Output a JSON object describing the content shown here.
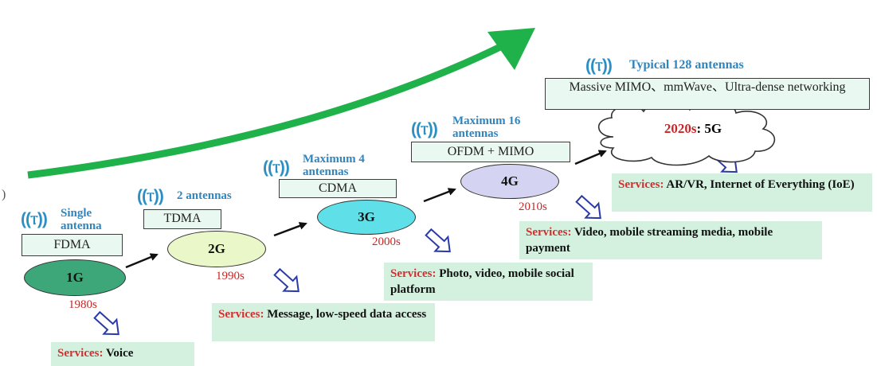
{
  "generations": [
    {
      "id": "1g",
      "label": "1G",
      "decade": "1980s",
      "antennas": "Single antenna",
      "technology": "FDMA",
      "services_key": "Services:",
      "services": "Voice",
      "fill": "#3ea77a"
    },
    {
      "id": "2g",
      "label": "2G",
      "decade": "1990s",
      "antennas": "2 antennas",
      "technology": "TDMA",
      "services_key": "Services:",
      "services": "Message, low-speed data access",
      "fill": "#eaf7c8"
    },
    {
      "id": "3g",
      "label": "3G",
      "decade": "2000s",
      "antennas": "Maximum 4 antennas",
      "technology": "CDMA",
      "services_key": "Services:",
      "services": "Photo, video, mobile social platform",
      "fill": "#5fe0e8"
    },
    {
      "id": "4g",
      "label": "4G",
      "decade": "2010s",
      "antennas": "Maximum 16 antennas",
      "technology": "OFDM + MIMO",
      "services_key": "Services:",
      "services": "Video, mobile streaming media, mobile payment",
      "fill": "#d4d4f2"
    },
    {
      "id": "5g",
      "label": "5G",
      "decade": "2020s",
      "decade_suffix": ":",
      "antennas": "Typical 128 antennas",
      "technology": "Massive MIMO、mmWave、Ultra-dense networking",
      "services_key": "Services:",
      "services": "AR/VR, Internet of Everything (IoE)",
      "fill": "#ffffff"
    }
  ],
  "colors": {
    "growth_arrow": "#1fb24a",
    "antenna_icon": "#2b8fc4",
    "decade_text": "#c62828",
    "services_key": "#d32f2f",
    "service_box": "#d4f1e0",
    "technology_box": "#eaf8f2"
  },
  "icons": {
    "antenna": "antenna-icon",
    "down_arrow": "hollow-arrow-icon"
  }
}
